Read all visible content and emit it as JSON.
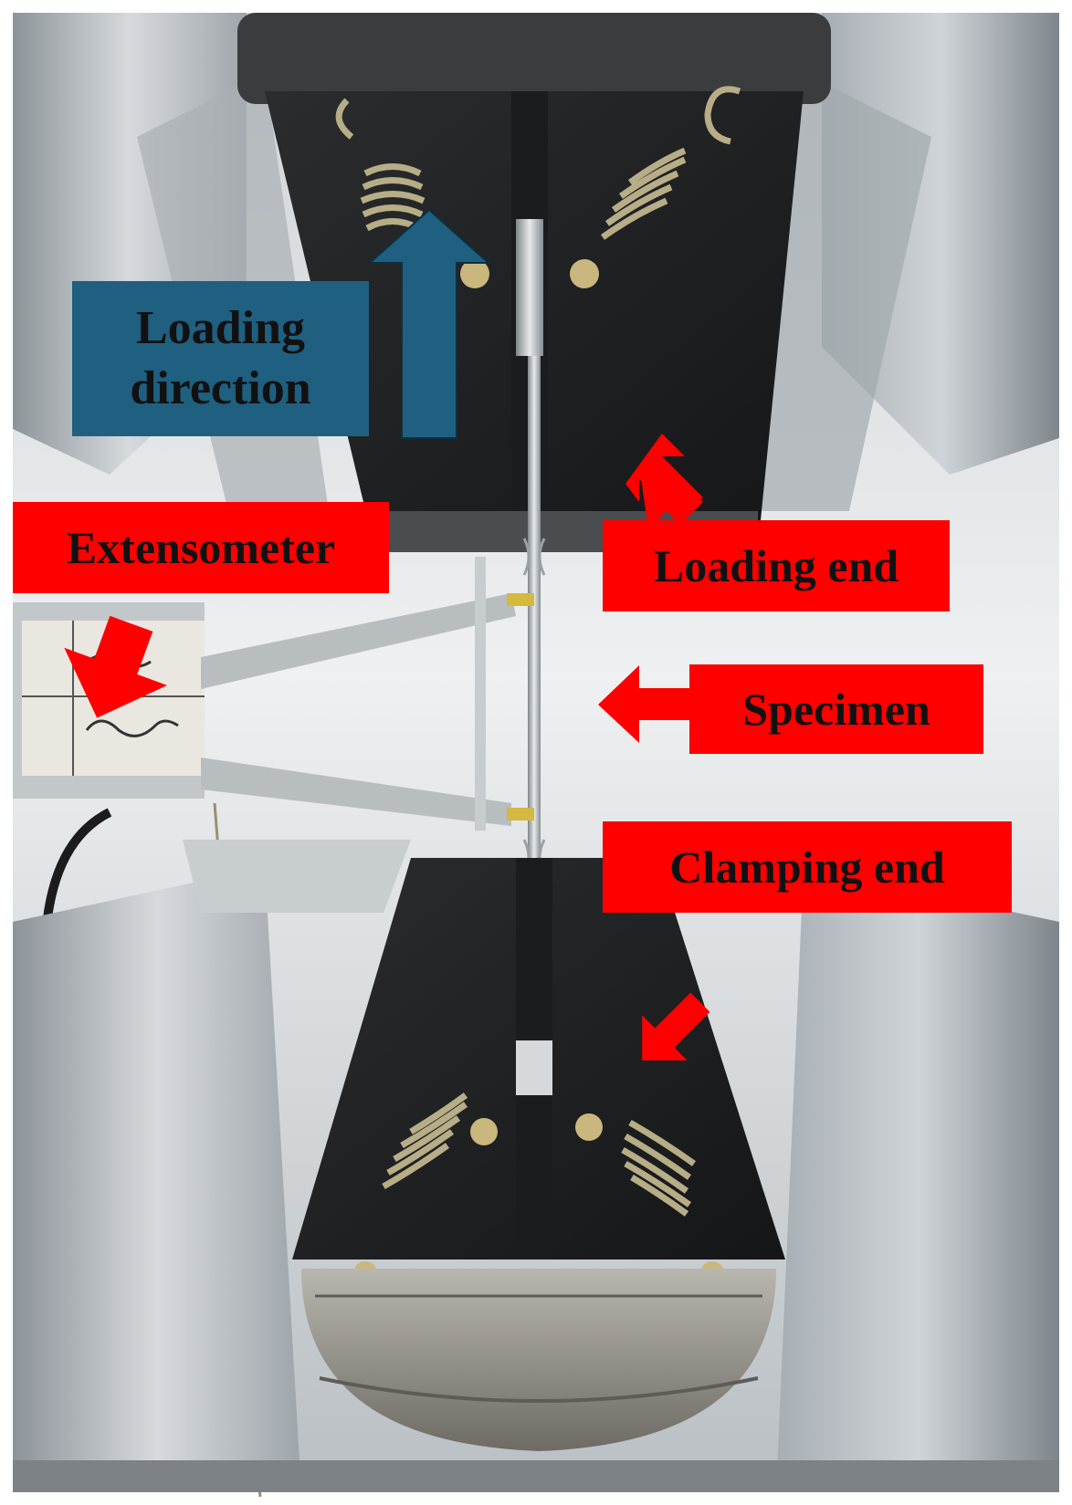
{
  "labels": {
    "loading_direction_line1": "Loading",
    "loading_direction_line2": "direction",
    "extensometer": "Extensometer",
    "loading_end": "Loading end",
    "specimen": "Specimen",
    "clamping_end": "Clamping end"
  },
  "colors": {
    "label_red": "#ff0000",
    "label_blue": "#1f5f80",
    "arrow_red": "#ff0000",
    "arrow_blue": "#1f5f80"
  }
}
